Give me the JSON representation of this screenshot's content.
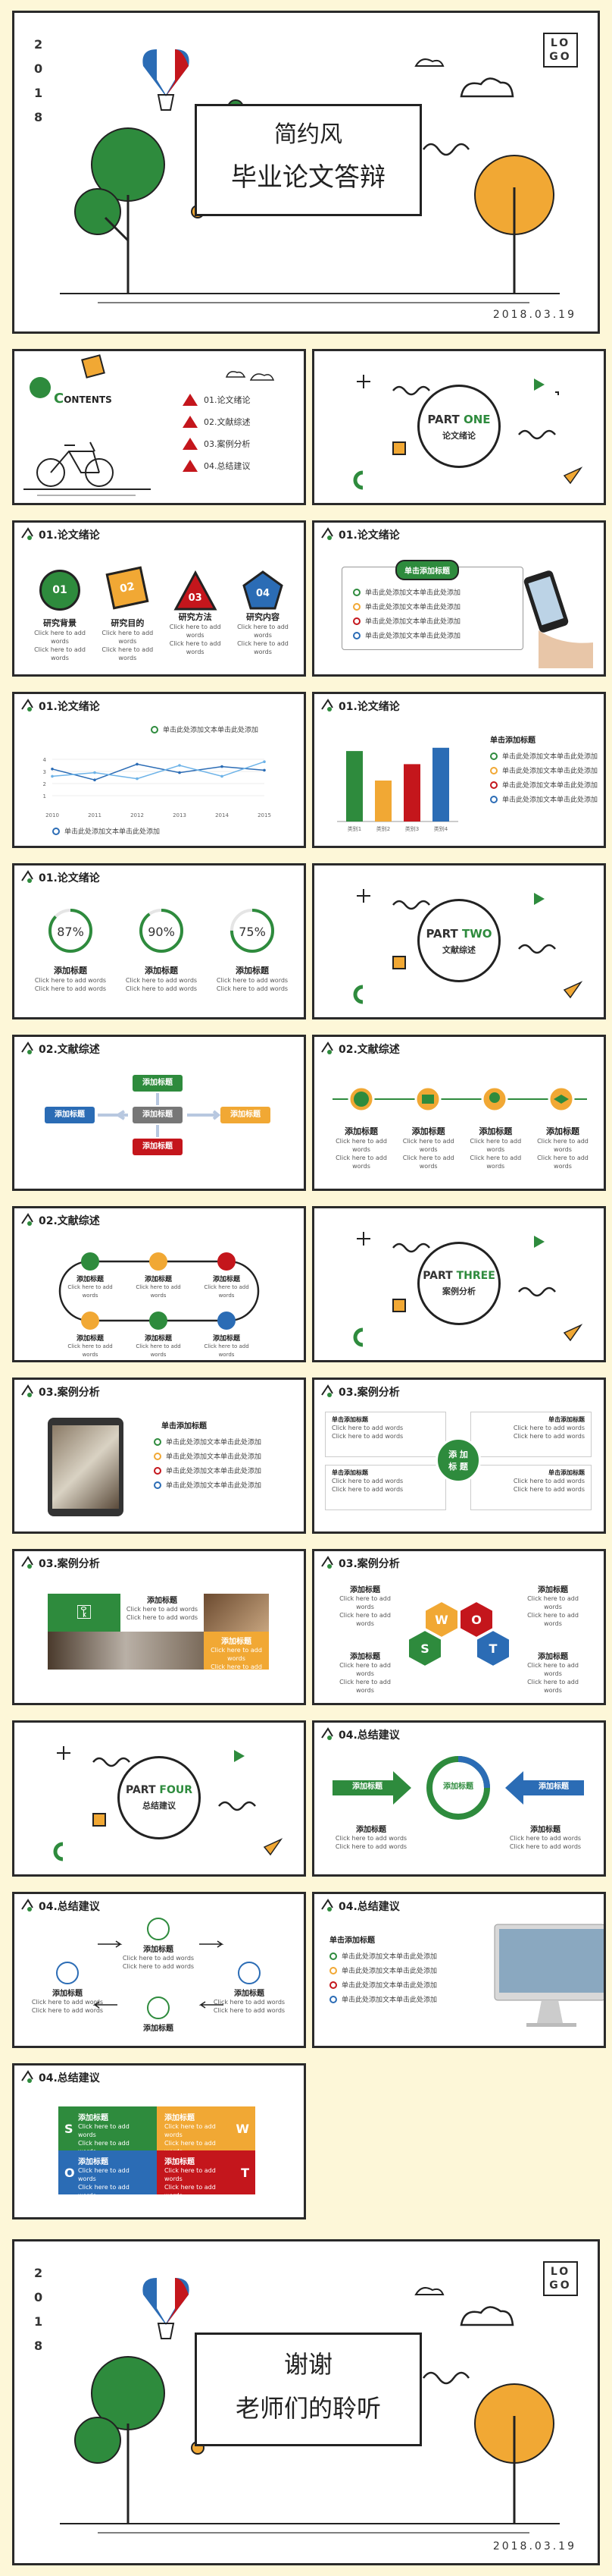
{
  "cover": {
    "year": [
      "2",
      "0",
      "1",
      "8"
    ],
    "logo": "LOGO",
    "title": "简约风",
    "subtitle": "毕业论文答辩",
    "date": "2018.03.19"
  },
  "contents": {
    "heading_big": "C",
    "heading_rest": "ONTENTS",
    "items": [
      "01.论文绪论",
      "02.文献综述",
      "03.案例分析",
      "04.总结建议"
    ]
  },
  "parts": [
    {
      "word": "PART",
      "num": "ONE",
      "name": "论文绪论"
    },
    {
      "word": "PART",
      "num": "TWO",
      "name": "文献综述"
    },
    {
      "word": "PART",
      "num": "THREE",
      "name": "案例分析"
    },
    {
      "word": "PART",
      "num": "FOUR",
      "name": "总结建议"
    }
  ],
  "sec": {
    "s1": "01.论文绪论",
    "s2": "02.文献综述",
    "s3": "03.案例分析",
    "s4": "04.总结建议"
  },
  "common": {
    "add_title": "添加标题",
    "click_text": "Click here to add words",
    "single_title": "单击添加标题",
    "bullet_text": "单击此处添加文本单击此处添加",
    "add_title_short": "添 加\n标 题"
  },
  "intro_icons": {
    "numbers": [
      "01",
      "02",
      "03",
      "04"
    ],
    "labels": [
      "研究背景",
      "研究目的",
      "研究方法",
      "研究内容"
    ]
  },
  "line_chart": {
    "legend_top": "单击此处添加文本单击此处添加",
    "legend_bottom": "单击此处添加文本单击此处添加",
    "yticks": [
      "4",
      "3",
      "2",
      "1"
    ]
  },
  "chart_data": {
    "type": "line",
    "x": [
      "2010",
      "2011",
      "2012",
      "2013",
      "2014",
      "2015"
    ],
    "ylim": [
      0,
      5
    ],
    "series": [
      {
        "values": [
          3.2,
          2.3,
          3.6,
          2.9,
          3.4,
          3.1
        ]
      },
      {
        "values": [
          2.6,
          2.9,
          2.4,
          3.5,
          2.6,
          3.8
        ]
      }
    ]
  },
  "bar_chart": {
    "categories": [
      "类别1",
      "类别2",
      "类别3",
      "类别4"
    ],
    "values": [
      4.3,
      2.5,
      3.5,
      4.5
    ],
    "colors": [
      "#2e8b3d",
      "#f1a834",
      "#c4161c",
      "#2b6cb5"
    ]
  },
  "percents": [
    "87%",
    "90%",
    "75%"
  ],
  "percent_values": [
    0.87,
    0.9,
    0.75
  ],
  "hex_letters": [
    "S",
    "W",
    "O",
    "T"
  ],
  "colors": {
    "green": "#2e8b3d",
    "yellow": "#f1a834",
    "red": "#c4161c",
    "blue": "#2b6cb5",
    "ink": "#2a2a2a"
  },
  "thanks": {
    "line1": "谢谢",
    "line2": "老师们的聆听",
    "date": "2018.03.19",
    "logo": "LOGO"
  }
}
